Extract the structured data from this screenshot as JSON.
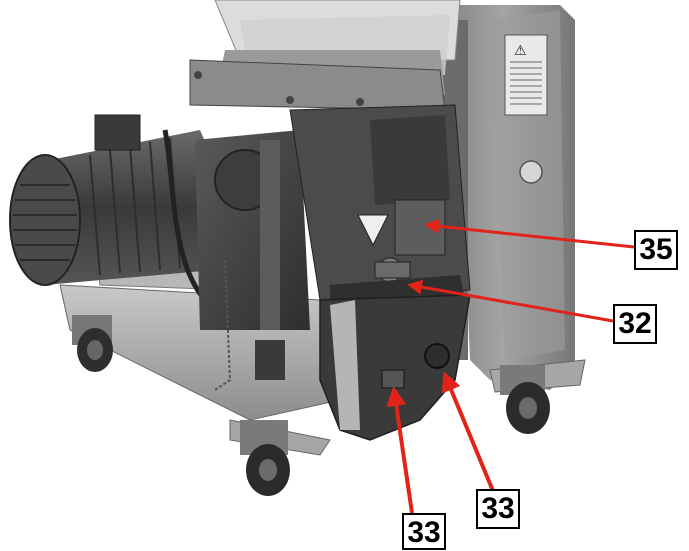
{
  "callouts": [
    {
      "id": "35",
      "label": "35"
    },
    {
      "id": "32",
      "label": "32"
    },
    {
      "id": "33a",
      "label": "33"
    },
    {
      "id": "33b",
      "label": "33"
    }
  ],
  "colors": {
    "arrow": "#e2231a",
    "machine_dark": "#3a3a3a",
    "machine_mid": "#7a7a7a",
    "machine_light": "#c8c8c8",
    "frame_gray": "#a9a9a9",
    "label_border": "#000000"
  },
  "illustration": {
    "warning_sticker_glyph": "⚠"
  }
}
